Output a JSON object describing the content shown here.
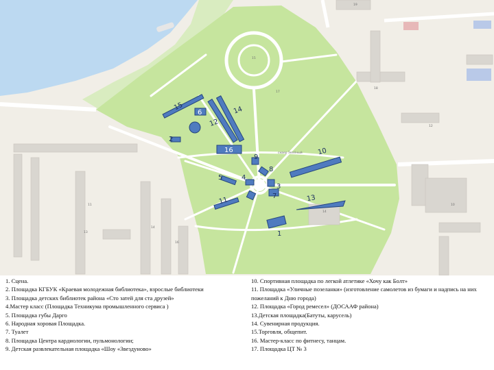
{
  "colors": {
    "water": "#bcd9f1",
    "park": "#c6e59e",
    "path": "#ffffff",
    "land": "#f1eee7",
    "building": "#d9d6d0",
    "marker": "#4f7bbf",
    "marker_stroke": "#24457d"
  },
  "map": {
    "building_labels": {
      "b1": "19",
      "b2": "18",
      "b3": "12",
      "b4": "10",
      "b5": "11",
      "b6": "13",
      "b7": "14",
      "b8": "16",
      "b9": "14",
      "b10": "15",
      "b11": "17",
      "square_name": "сквер Зелёный"
    },
    "markers": [
      {
        "label": "15"
      },
      {
        "label": "6"
      },
      {
        "label": "14"
      },
      {
        "label": "12"
      },
      {
        "label": "2"
      },
      {
        "label": "16"
      },
      {
        "label": "10"
      },
      {
        "label": "9"
      },
      {
        "label": "8"
      },
      {
        "label": "5"
      },
      {
        "label": "4"
      },
      {
        "label": "3"
      },
      {
        "label": "7"
      },
      {
        "label": "13"
      },
      {
        "label": "11"
      },
      {
        "label": "1"
      }
    ]
  },
  "legend": {
    "left": [
      "1. Сцена.",
      "2. Площадка КГБУК «Краевая молодежная библиотека», взрослые библиотеки",
      "3. Площадка детских библиотек района «Сто затей для ста друзей»",
      "4.Мастер класс (Площадка Техникума промышленного сервиса )",
      "5. Площадка губы Дарго",
      "6. Народная хоровая Площадка.",
      "7. Туалет",
      "8. Площадка Центра кардиологии, пульмонологии;",
      "9. Детская развлекательная площадка «Шоу «Звездуново»"
    ],
    "right": [
      "10. Спортивная площадка по легкой атлетике «Хочу как Болт»",
      "11. Площадка «Уличные позеланки» (изготовление самолетов из бумаги и надпись на них пожеланий к Дню города)",
      "12. Площадка «Город ремесел» (ДОСААФ района)",
      "13.Детская площадка(Батуты, карусель)",
      "14. Сувенирная продукция.",
      "15.Торговля, общепит.",
      "16. Мастер-класс по фитнесу, танцам.",
      "17. Площадка ЦТ № 3"
    ]
  }
}
